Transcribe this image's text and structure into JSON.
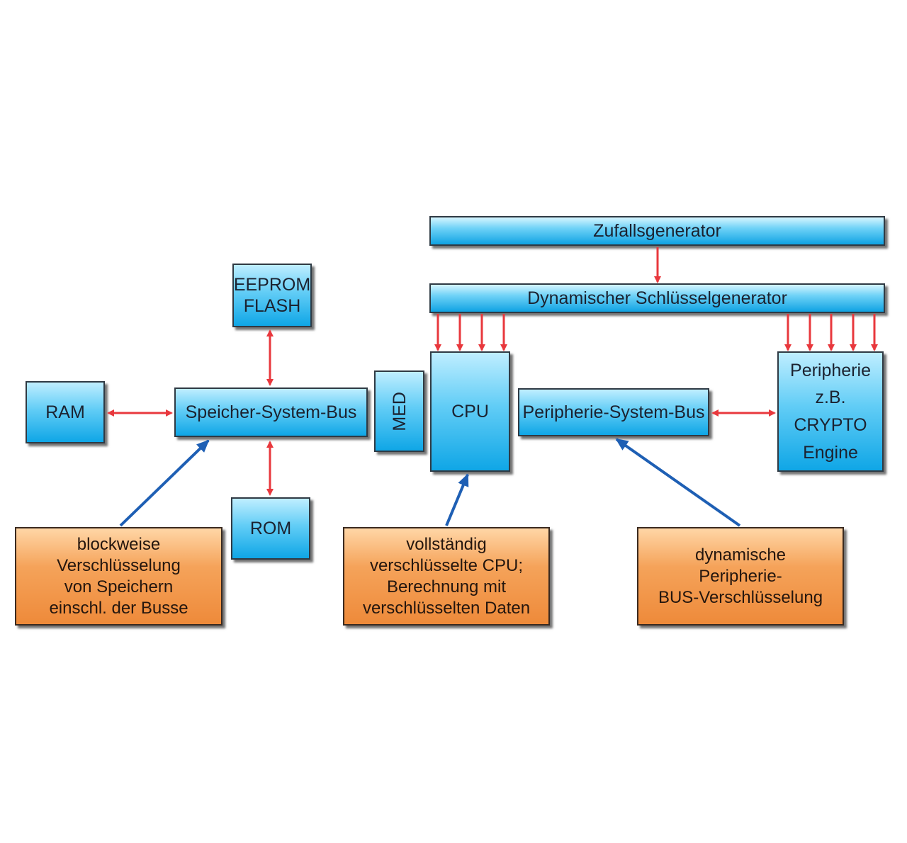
{
  "blocks": {
    "zufallsgenerator": "Zufallsgenerator",
    "schluesselgenerator": "Dynamischer Schlüsselgenerator",
    "eeprom": "EEPROM\nFLASH",
    "ram": "RAM",
    "speicher_bus": "Speicher-System-Bus",
    "rom": "ROM",
    "med": "MED",
    "cpu": "CPU",
    "peripherie_bus": "Peripherie-System-Bus",
    "peripherie": "Peripherie\nz.B.\nCRYPTO Engine"
  },
  "notes": {
    "blockweise": "blockweise\nVerschlüsselung\nvon Speichern\neinschl. der Busse",
    "cpu_note": "vollständig\nverschlüsselte CPU;\nBerechnung mit\nverschlüsselten Daten",
    "bus_note": "dynamische\nPeripherie-\nBUS-Verschlüsselung"
  },
  "colors": {
    "block_fill": "#3ebef0",
    "note_fill": "#f29a4c",
    "red_arrow": "#e8383d",
    "blue_arrow": "#1e5fb4"
  }
}
